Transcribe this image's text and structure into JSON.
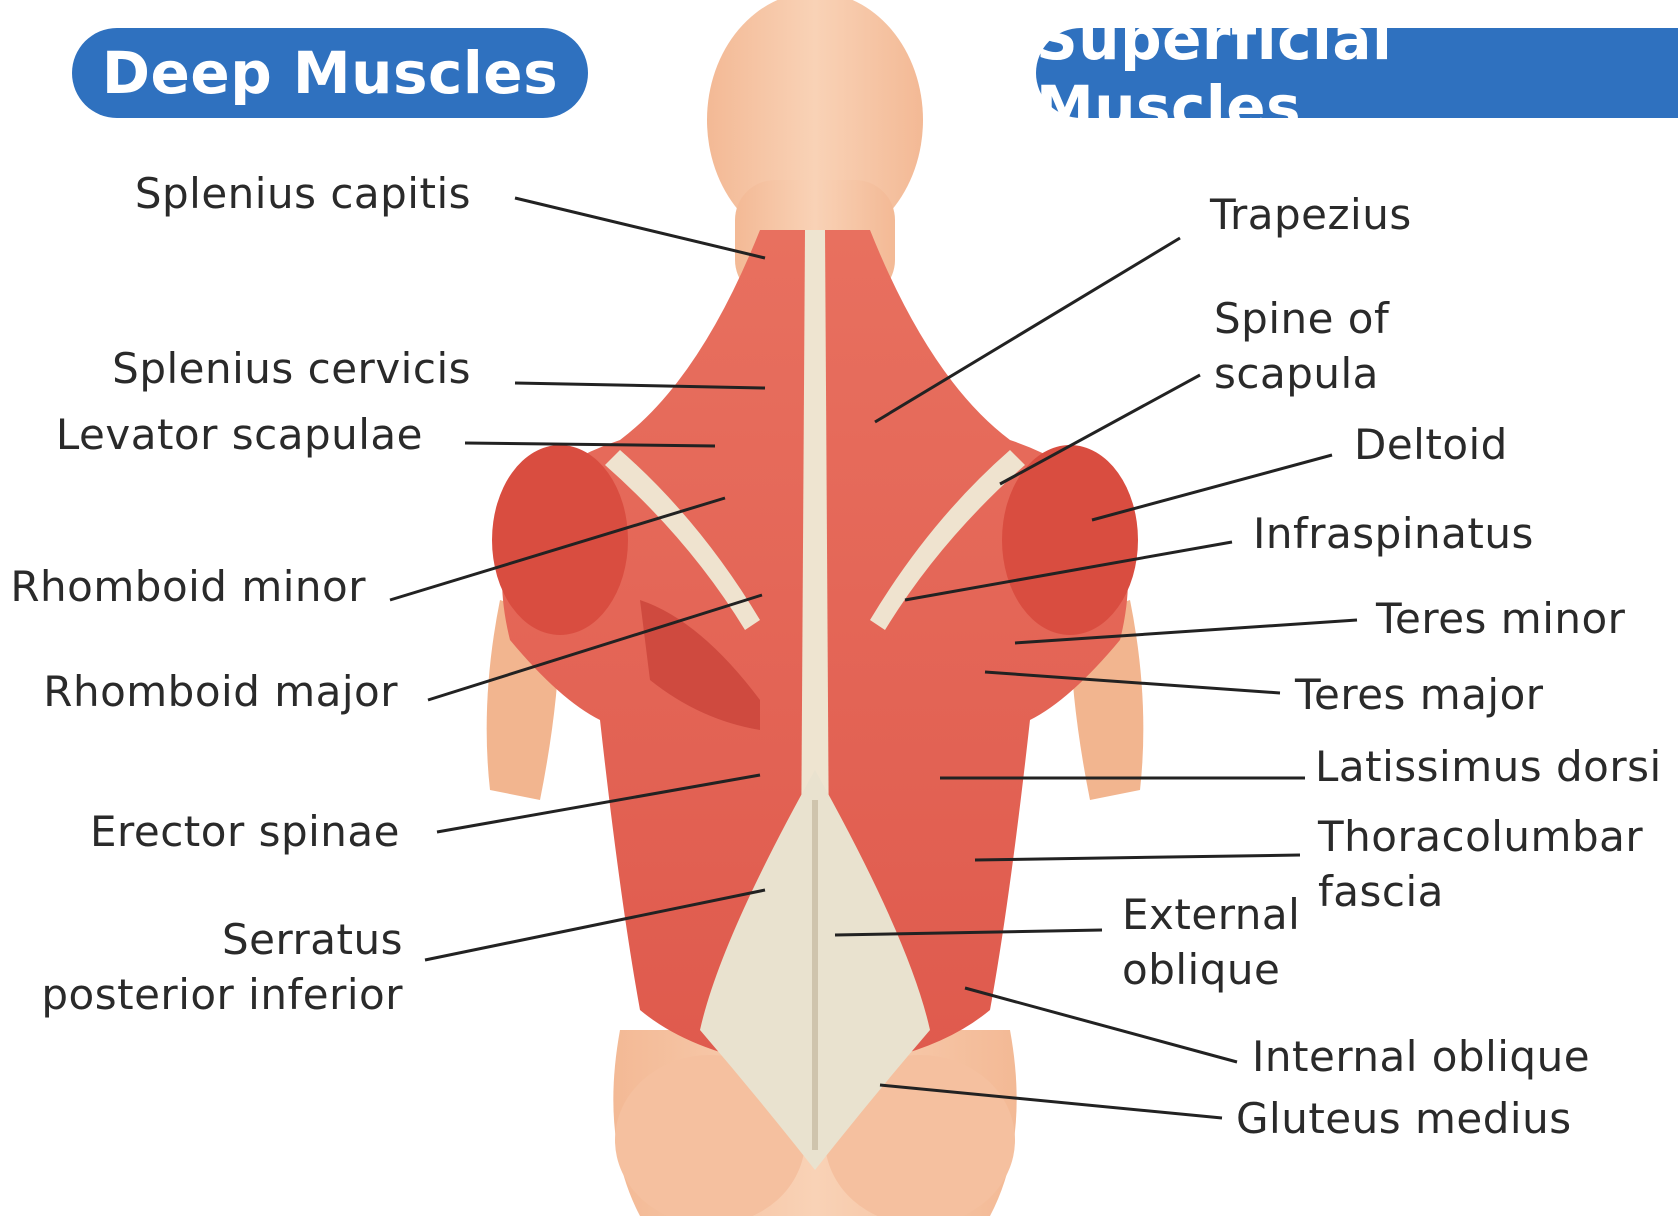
{
  "headings": {
    "deep": "Deep Muscles",
    "superficial": "Superficial Muscles"
  },
  "deep_labels": [
    "Splenius capitis",
    "Splenius cervicis",
    "Levator scapulae",
    "Rhomboid minor",
    "Rhomboid major",
    "Erector spinae",
    "Serratus\nposterior inferior"
  ],
  "superficial_labels": [
    "Trapezius",
    "Spine of\nscapula",
    "Deltoid",
    "Infraspinatus",
    "Teres minor",
    "Teres major",
    "Latissimus dorsi",
    "Thoracolumbar\nfascia",
    "External\noblique",
    "Internal oblique",
    "Gluteus medius"
  ],
  "colors": {
    "heading_bg": "#2f71bf",
    "muscle": "#e35f52",
    "skin": "#f6c6a4",
    "fascia": "#ece5d3",
    "leader_line": "#222222"
  }
}
